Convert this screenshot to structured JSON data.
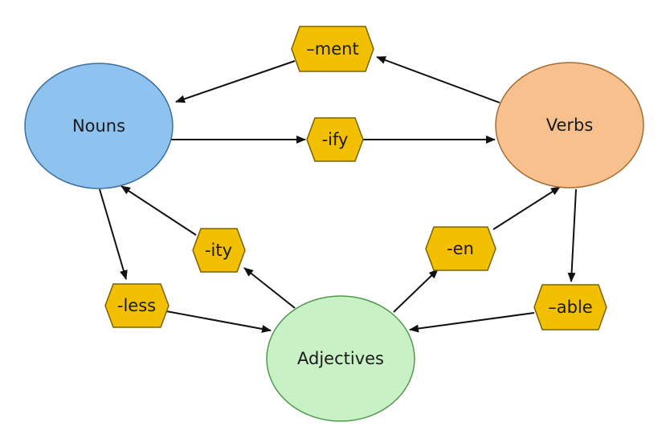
{
  "nodes": {
    "nouns": {
      "label": "Nouns",
      "color": "#8ec3f0"
    },
    "verbs": {
      "label": "Verbs",
      "color": "#f7c08c"
    },
    "adjectives": {
      "label": "Adjectives",
      "color": "#c9f1c6"
    }
  },
  "suffixes": {
    "ment": "–ment",
    "ify": "-ify",
    "ity": "-ity",
    "less": "-less",
    "en": "-en",
    "able": "–able"
  },
  "suffix_color": "#f2c000"
}
